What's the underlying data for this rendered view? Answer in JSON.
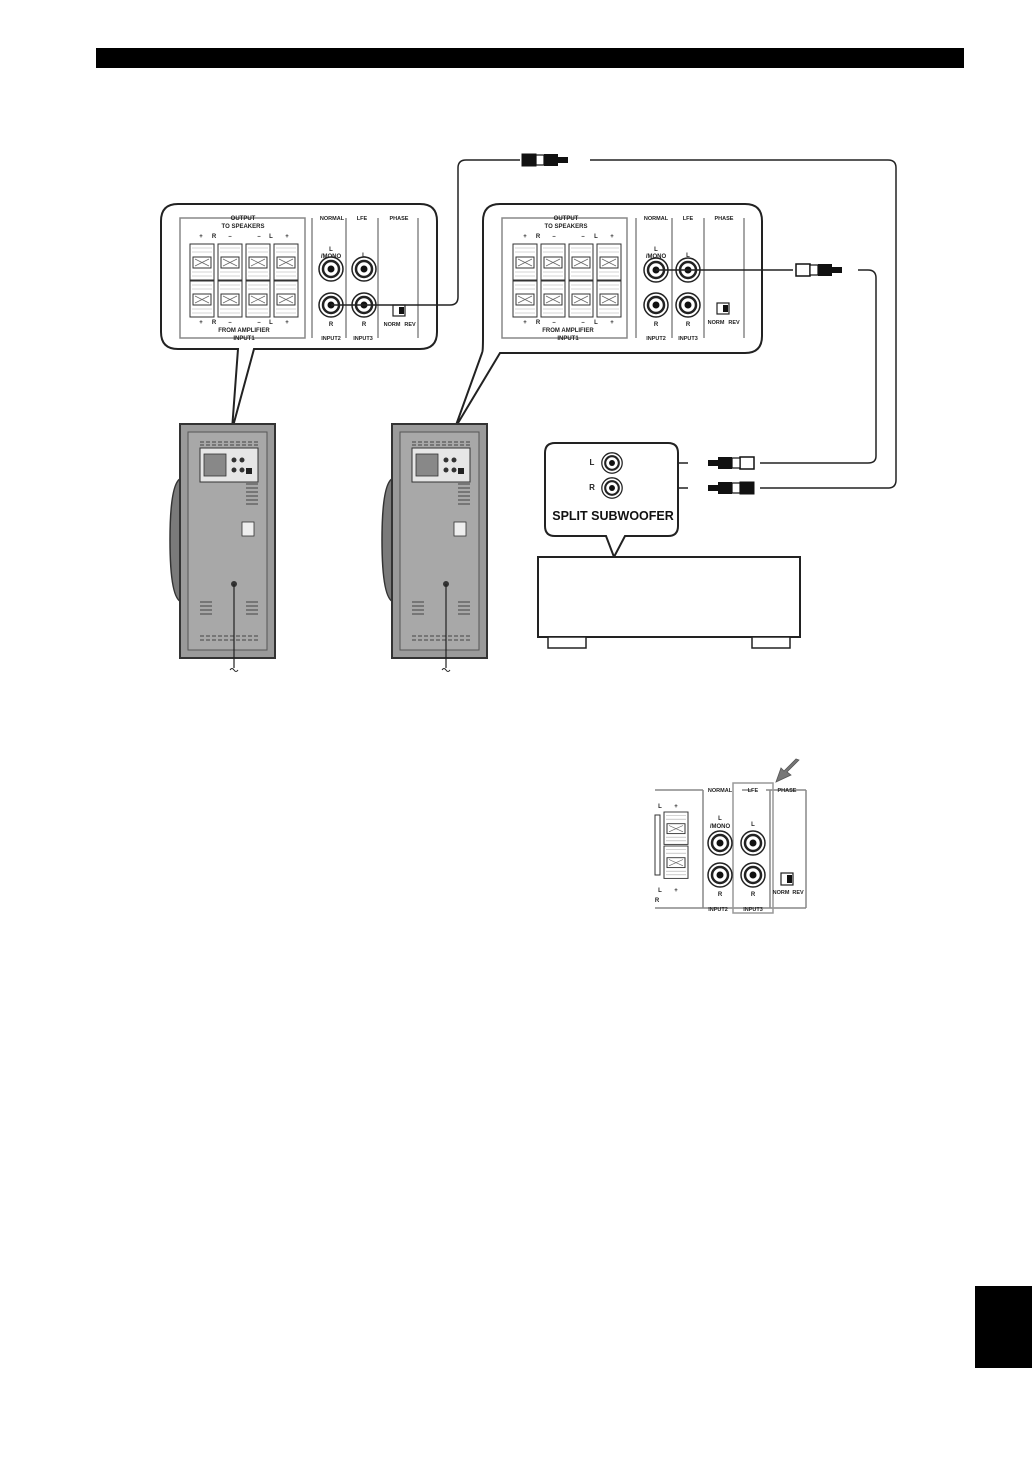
{
  "panel": {
    "output_to_speakers_line1": "OUTPUT",
    "output_to_speakers_line2": "TO SPEAKERS",
    "normal": "NORMAL",
    "lfe": "LFE",
    "phase": "PHASE",
    "mono": "/MONO",
    "l_mark": "L",
    "r_mark": "R",
    "plus": "+",
    "minus": "–",
    "from_amplifier": "FROM AMPLIFIER",
    "input1": "INPUT1",
    "input2": "INPUT2",
    "input3": "INPUT3",
    "norm": "NORM",
    "rev": "REV"
  },
  "amplifier": {
    "l_mark": "L",
    "r_mark": "R",
    "label": "SPLIT SUBWOOFER"
  },
  "inset": {
    "normal": "NORMAL",
    "lfe": "LFE",
    "phase": "PHASE",
    "mono": "/MONO",
    "l_mark": "L",
    "r_mark": "R",
    "plus": "+",
    "input2": "INPUT2",
    "input3": "INPUT3",
    "norm": "NORM",
    "rev": "REV"
  },
  "colors": {
    "ink": "#1a1a1a",
    "cabinet": "#9a9a9a",
    "cabinet_dark": "#6e6e6e",
    "outline": "#333333"
  }
}
